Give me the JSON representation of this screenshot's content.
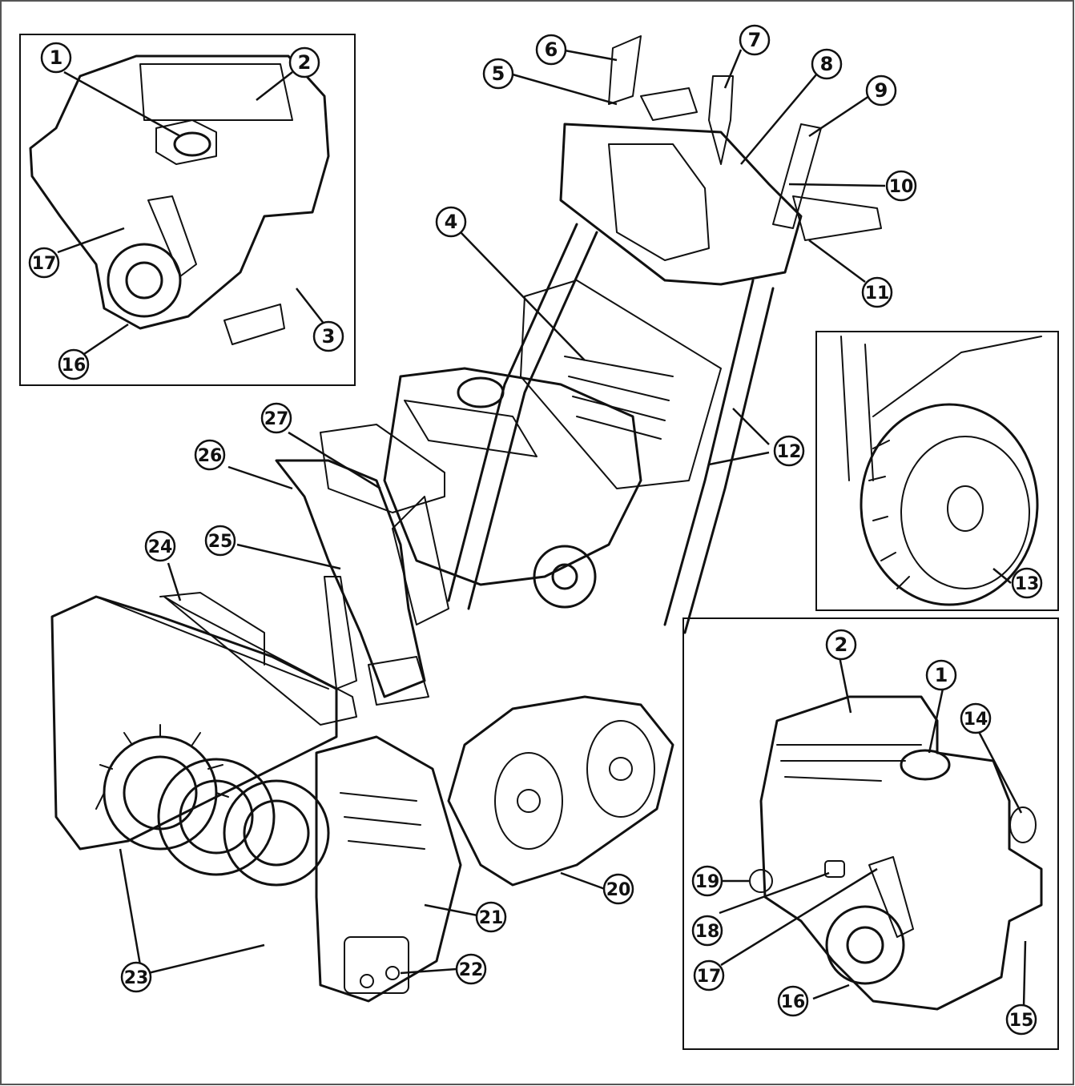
{
  "figure": {
    "callouts": [
      {
        "label": "1"
      },
      {
        "label": "2"
      },
      {
        "label": "17"
      },
      {
        "label": "3"
      },
      {
        "label": "16"
      },
      {
        "label": "6"
      },
      {
        "label": "5"
      },
      {
        "label": "7"
      },
      {
        "label": "8"
      },
      {
        "label": "9"
      },
      {
        "label": "10"
      },
      {
        "label": "11"
      },
      {
        "label": "4"
      },
      {
        "label": "12"
      },
      {
        "label": "13"
      },
      {
        "label": "27"
      },
      {
        "label": "26"
      },
      {
        "label": "25"
      },
      {
        "label": "24"
      },
      {
        "label": "2"
      },
      {
        "label": "1"
      },
      {
        "label": "14"
      },
      {
        "label": "19"
      },
      {
        "label": "18"
      },
      {
        "label": "17"
      },
      {
        "label": "16"
      },
      {
        "label": "15"
      },
      {
        "label": "20"
      },
      {
        "label": "21"
      },
      {
        "label": "22"
      },
      {
        "label": "23"
      }
    ]
  },
  "colors": {
    "line": "#111111",
    "background": "#ffffff"
  }
}
